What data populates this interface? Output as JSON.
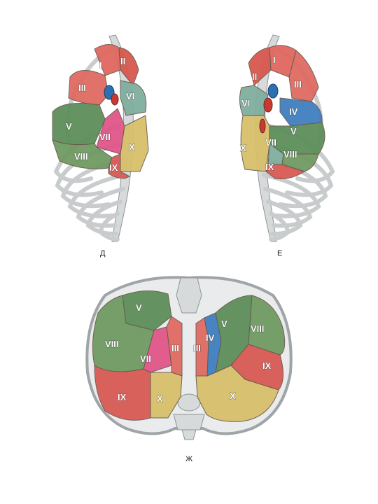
{
  "captions": {
    "d": "Д",
    "e": "Е",
    "zh": "Ж"
  },
  "colors": {
    "seg_I": "#e0685f",
    "seg_II": "#d8584f",
    "seg_III": "#df6b62",
    "seg_IV": "#3f7fbf",
    "seg_V": "#5d8f5a",
    "seg_VI": "#7fae9e",
    "seg_VII": "#e0568a",
    "seg_VIII": "#6f9a62",
    "seg_IX": "#d95a55",
    "seg_X": "#d8bf6a",
    "rib": "#c9cccd"
  },
  "panel_d": {
    "segments": {
      "I": "I",
      "II": "II",
      "III": "III",
      "V": "V",
      "VI": "VI",
      "VII": "VII",
      "VIII": "VIII",
      "IX": "IX",
      "X": "X"
    }
  },
  "panel_e": {
    "segments": {
      "I": "I",
      "II": "II",
      "III": "III",
      "IV": "IV",
      "V": "V",
      "VI": "VI",
      "VII": "VII",
      "VIII": "VIII",
      "IX": "IX",
      "X": "X"
    }
  },
  "panel_zh": {
    "segments": {
      "V_left": "V",
      "VIII_left": "VIII",
      "VII_left": "VII",
      "III_left": "III",
      "IX_left": "IX",
      "X_left": "X",
      "III_right": "III",
      "IV_right": "IV",
      "V_right": "V",
      "VIII_right": "VIII",
      "IX_right": "IX",
      "X_right": "X"
    }
  }
}
